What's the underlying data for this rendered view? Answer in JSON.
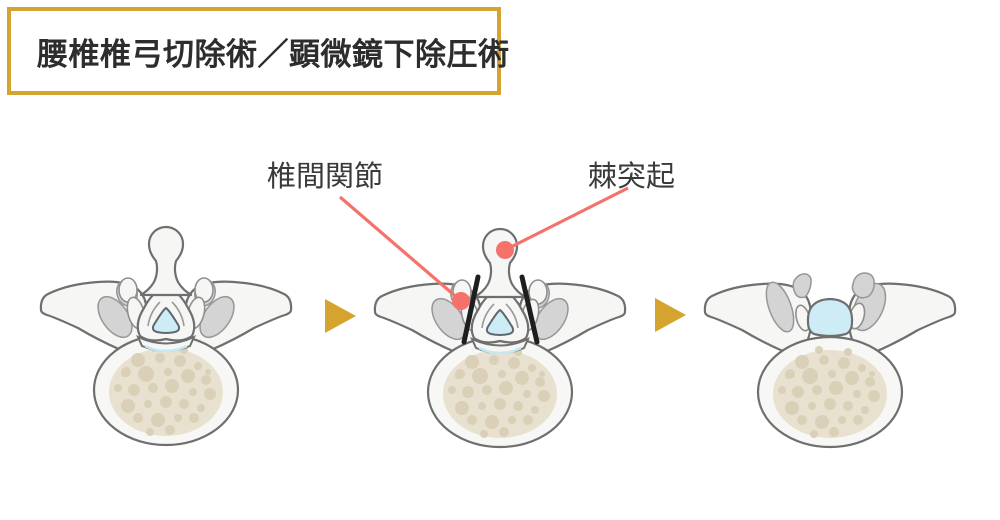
{
  "title": "腰椎椎弓切除術／顕微鏡下除圧術",
  "annotations": {
    "facet_joint": "椎間関節",
    "spinous_process": "棘突起"
  },
  "icons": {
    "step_arrow": "right-pointing-triangle"
  },
  "colors": {
    "accent_gold": "#d5a42e",
    "annotation_red": "#f5716b",
    "cut_line_black": "#1e1e1e",
    "bone_outline": "#6f6f6f",
    "bone_fill": "#f6f6f4",
    "facet_gray": "#d4d4d4",
    "dural_sac_blue": "#cdecf6",
    "cancellous_beige": "#e9e1cf",
    "cancellous_spot_beige": "#d9d0b7",
    "title_text": "#2d2d2d",
    "label_text": "#3a3a3a",
    "background": "#ffffff"
  }
}
